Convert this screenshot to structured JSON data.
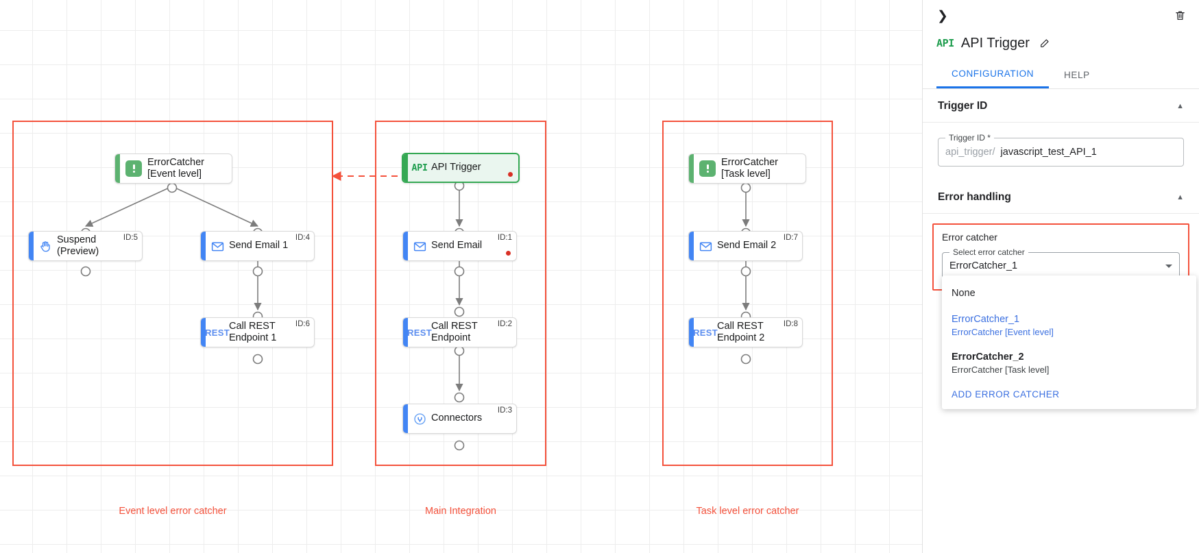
{
  "canvas": {
    "groups": [
      {
        "id": "event-level",
        "caption": "Event level error catcher"
      },
      {
        "id": "main-integration",
        "caption": "Main Integration"
      },
      {
        "id": "task-level",
        "caption": "Task level error catcher"
      }
    ],
    "nodes": [
      {
        "key": "ec1",
        "label": "ErrorCatcher\n[Event level]",
        "icon": "error-catcher-icon",
        "id_badge": "",
        "error": false,
        "selected": false,
        "type": "catcher"
      },
      {
        "key": "susp",
        "label": "Suspend\n(Preview)",
        "icon": "hand-icon",
        "id_badge": "ID:5",
        "error": false,
        "selected": false,
        "type": "task"
      },
      {
        "key": "em1",
        "label": "Send Email 1",
        "icon": "envelope-icon",
        "id_badge": "ID:4",
        "error": false,
        "selected": false,
        "type": "task"
      },
      {
        "key": "rest1",
        "label": "Call REST\nEndpoint 1",
        "icon": "rest-icon",
        "id_badge": "ID:6",
        "error": false,
        "selected": false,
        "type": "task"
      },
      {
        "key": "api",
        "label": "API Trigger",
        "icon": "api-icon",
        "id_badge": "",
        "error": true,
        "selected": true,
        "type": "trigger"
      },
      {
        "key": "em0",
        "label": "Send Email",
        "icon": "envelope-icon",
        "id_badge": "ID:1",
        "error": true,
        "selected": false,
        "type": "task"
      },
      {
        "key": "rest0",
        "label": "Call REST\nEndpoint",
        "icon": "rest-icon",
        "id_badge": "ID:2",
        "error": false,
        "selected": false,
        "type": "task"
      },
      {
        "key": "conn",
        "label": "Connectors",
        "icon": "connector-icon",
        "id_badge": "ID:3",
        "error": false,
        "selected": false,
        "type": "task"
      },
      {
        "key": "ec2",
        "label": "ErrorCatcher\n[Task level]",
        "icon": "error-catcher-icon",
        "id_badge": "",
        "error": false,
        "selected": false,
        "type": "catcher"
      },
      {
        "key": "em2",
        "label": "Send Email 2",
        "icon": "envelope-icon",
        "id_badge": "ID:7",
        "error": false,
        "selected": false,
        "type": "task"
      },
      {
        "key": "rest2",
        "label": "Call REST\nEndpoint 2",
        "icon": "rest-icon",
        "id_badge": "ID:8",
        "error": false,
        "selected": false,
        "type": "task"
      }
    ],
    "colors": {
      "group_border": "#f4513b",
      "selected_node": "#34a853",
      "task_accent": "#4285f4",
      "catcher_accent": "#5cb270",
      "error_dot": "#d93025",
      "edge": "#7c7c7c"
    }
  },
  "panel": {
    "collapse_icon": "chevron-right-icon",
    "delete_icon": "trash-icon",
    "badge_text": "API",
    "title": "API Trigger",
    "edit_icon": "pencil-icon",
    "tabs": [
      {
        "label": "CONFIGURATION",
        "active": true
      },
      {
        "label": "HELP",
        "active": false
      }
    ],
    "trigger_section": {
      "heading": "Trigger ID",
      "field_label": "Trigger ID *",
      "prefix": "api_trigger/",
      "value": "javascript_test_API_1"
    },
    "error_section": {
      "heading": "Error handling",
      "box_label": "Error catcher",
      "select_label": "Select error catcher",
      "selected_value": "ErrorCatcher_1",
      "options": [
        {
          "primary": "None",
          "secondary": "",
          "selected": false
        },
        {
          "primary": "ErrorCatcher_1",
          "secondary": "ErrorCatcher [Event level]",
          "selected": true
        },
        {
          "primary": "ErrorCatcher_2",
          "secondary": "ErrorCatcher [Task level]",
          "selected": false
        }
      ],
      "add_label": "ADD ERROR CATCHER"
    }
  }
}
